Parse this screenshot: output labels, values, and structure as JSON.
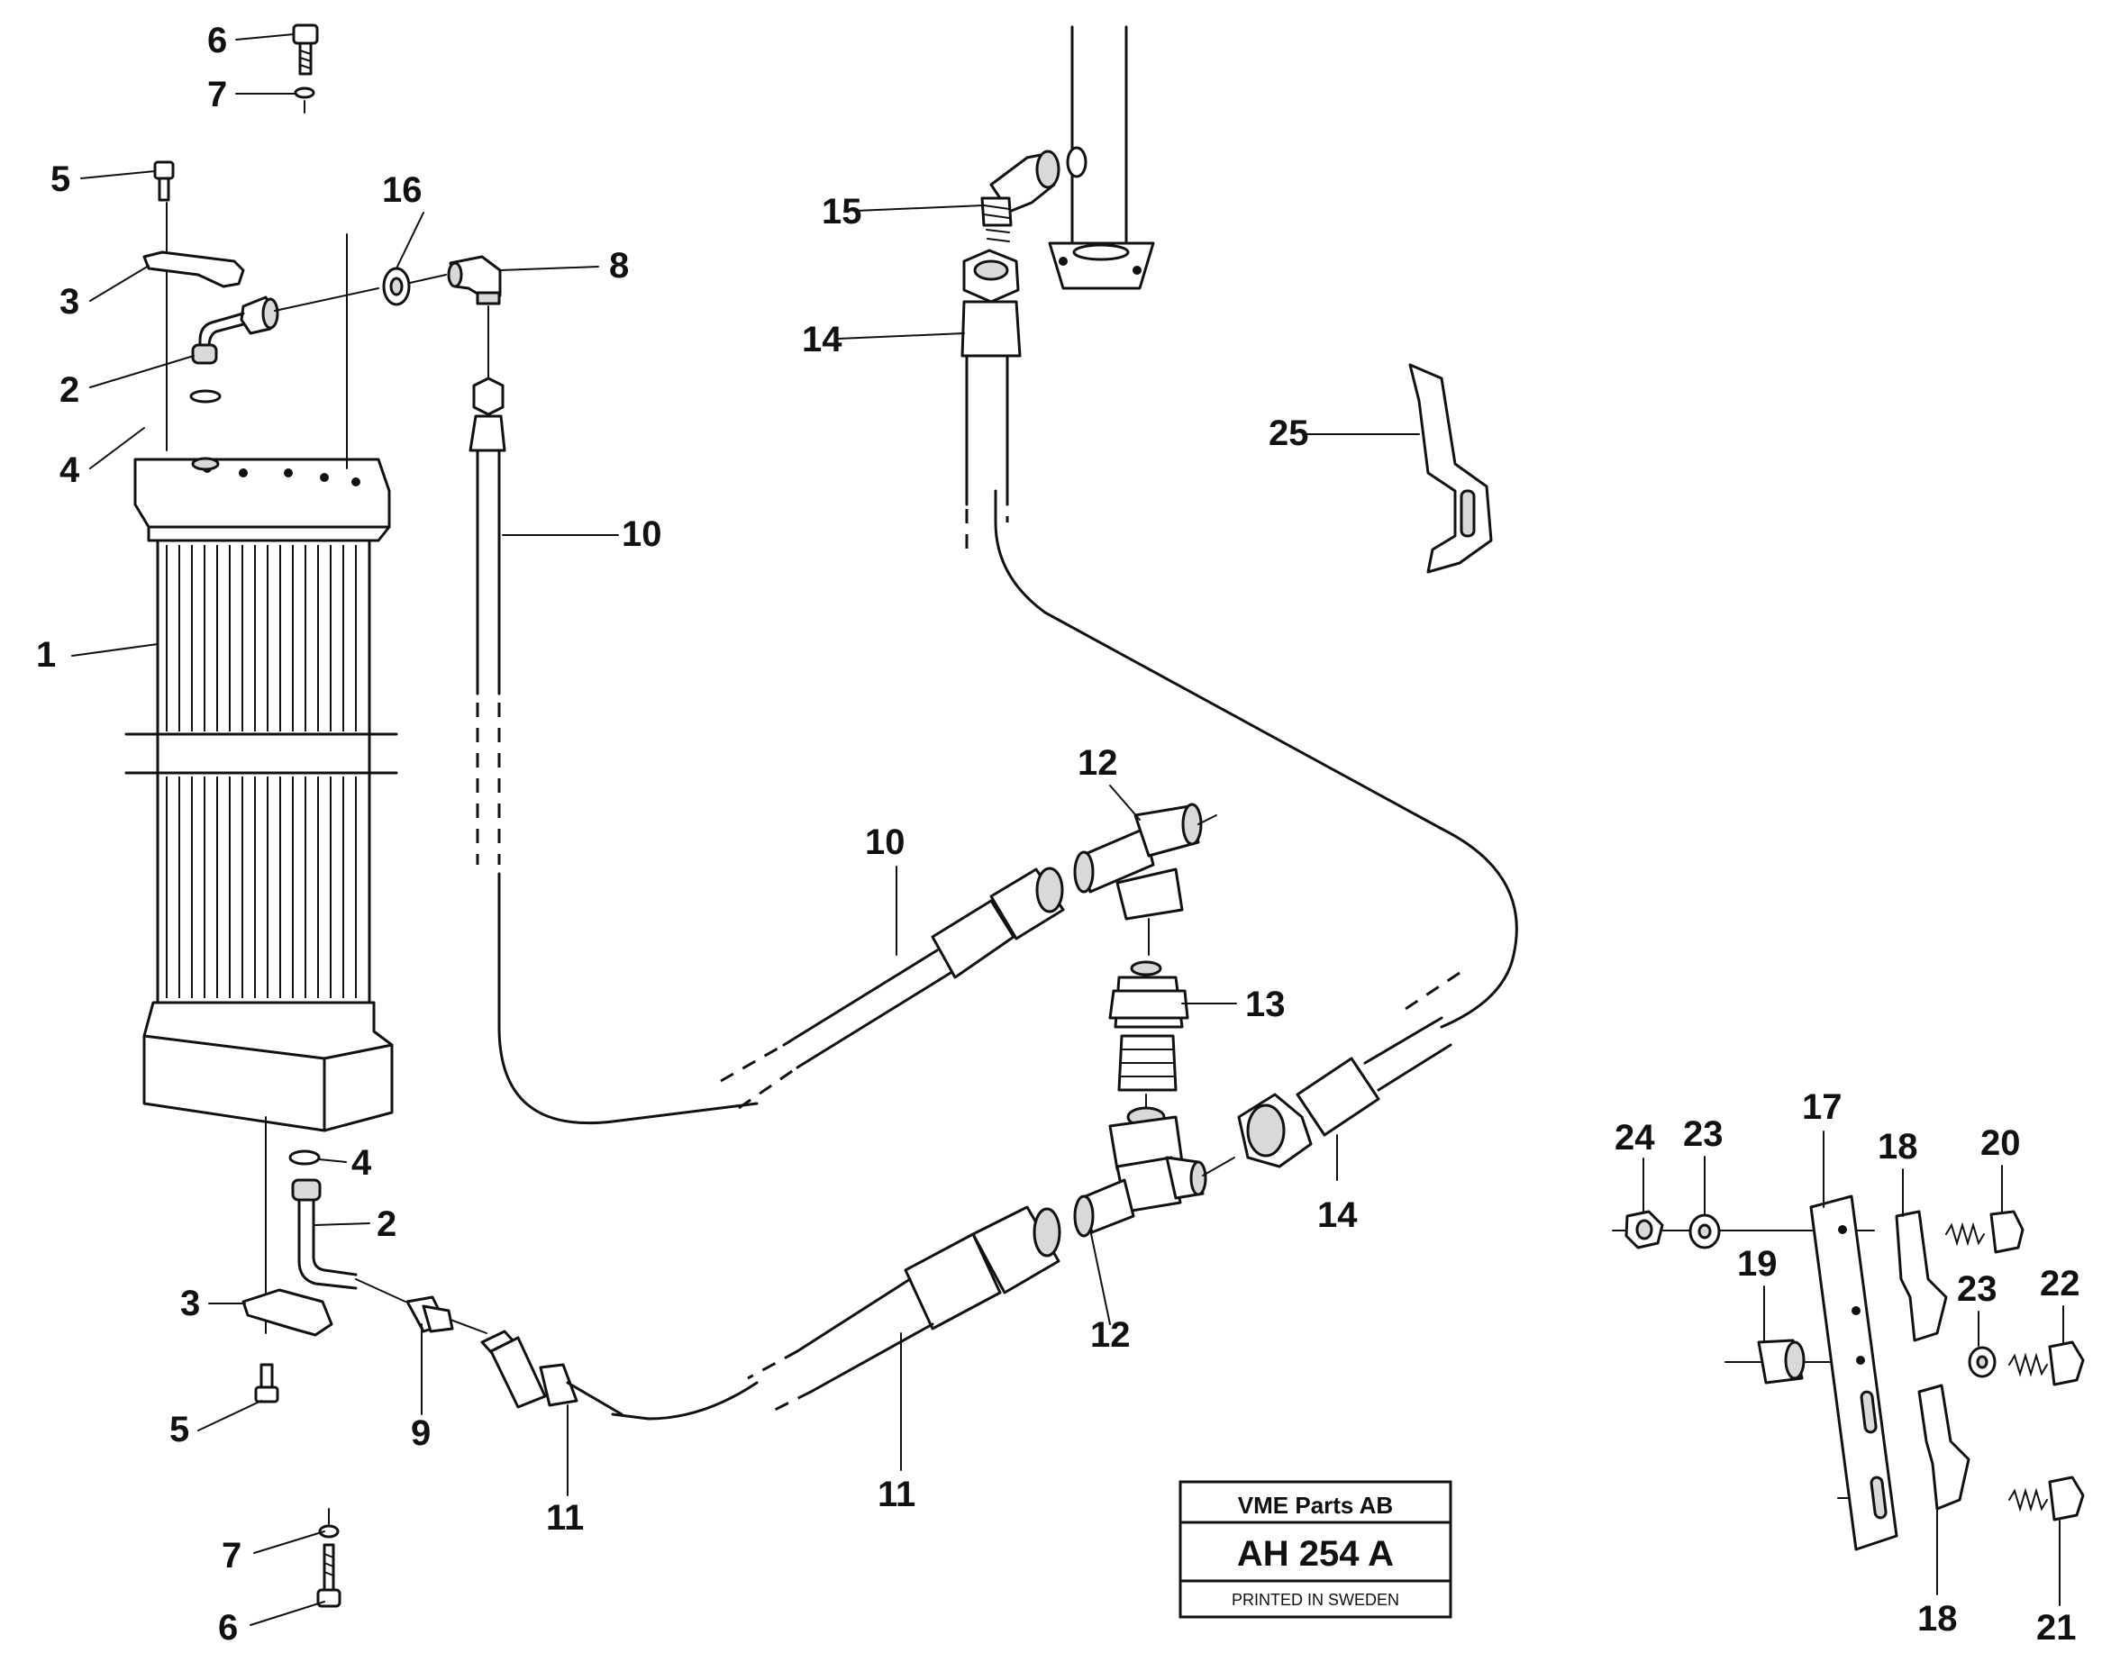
{
  "title_block": {
    "company": "VME Parts AB",
    "drawing_number": "AH 254 A",
    "printed_note": "PRINTED IN SWEDEN"
  },
  "callouts": [
    {
      "id": "c6a",
      "label": "6"
    },
    {
      "id": "c7a",
      "label": "7"
    },
    {
      "id": "c5a",
      "label": "5"
    },
    {
      "id": "c16",
      "label": "16"
    },
    {
      "id": "c8",
      "label": "8"
    },
    {
      "id": "c3a",
      "label": "3"
    },
    {
      "id": "c2a",
      "label": "2"
    },
    {
      "id": "c4a",
      "label": "4"
    },
    {
      "id": "c10a",
      "label": "10"
    },
    {
      "id": "c1",
      "label": "1"
    },
    {
      "id": "c15",
      "label": "15"
    },
    {
      "id": "c14a",
      "label": "14"
    },
    {
      "id": "c25",
      "label": "25"
    },
    {
      "id": "c12a",
      "label": "12"
    },
    {
      "id": "c10b",
      "label": "10"
    },
    {
      "id": "c13",
      "label": "13"
    },
    {
      "id": "c4b",
      "label": "4"
    },
    {
      "id": "c2b",
      "label": "2"
    },
    {
      "id": "c14b",
      "label": "14"
    },
    {
      "id": "c3b",
      "label": "3"
    },
    {
      "id": "c12b",
      "label": "12"
    },
    {
      "id": "c5b",
      "label": "5"
    },
    {
      "id": "c9",
      "label": "9"
    },
    {
      "id": "c11a",
      "label": "11"
    },
    {
      "id": "c11b",
      "label": "11"
    },
    {
      "id": "c7b",
      "label": "7"
    },
    {
      "id": "c6b",
      "label": "6"
    },
    {
      "id": "c24",
      "label": "24"
    },
    {
      "id": "c23a",
      "label": "23"
    },
    {
      "id": "c17",
      "label": "17"
    },
    {
      "id": "c18a",
      "label": "18"
    },
    {
      "id": "c20",
      "label": "20"
    },
    {
      "id": "c19",
      "label": "19"
    },
    {
      "id": "c23b",
      "label": "23"
    },
    {
      "id": "c22",
      "label": "22"
    },
    {
      "id": "c18b",
      "label": "18"
    },
    {
      "id": "c21",
      "label": "21"
    }
  ]
}
